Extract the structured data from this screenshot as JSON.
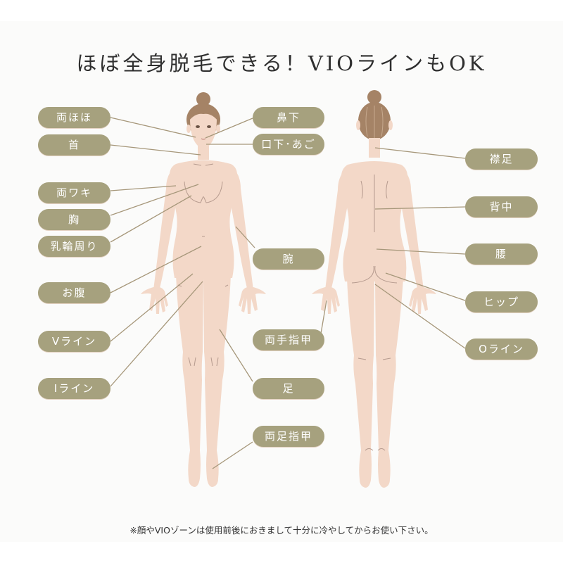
{
  "title": "ほぼ全身脱毛できる！VIOラインもOK",
  "colors": {
    "panel_bg": "#fbfbfa",
    "pill_bg": "#a6a17e",
    "pill_text": "#ffffff",
    "skin": "#f3d8c8",
    "hair": "#a58366",
    "leader_line": "#a6977a",
    "title_text": "#2f2f2f"
  },
  "labels": {
    "front_left": [
      {
        "id": "cheeks",
        "label": "両ほほ"
      },
      {
        "id": "neck",
        "label": "首"
      },
      {
        "id": "underarms",
        "label": "両ワキ"
      },
      {
        "id": "chest",
        "label": "胸"
      },
      {
        "id": "areola",
        "label": "乳輪周り"
      },
      {
        "id": "belly",
        "label": "お腹"
      },
      {
        "id": "v_line",
        "label": "Vライン"
      },
      {
        "id": "i_line",
        "label": "Iライン"
      }
    ],
    "middle": [
      {
        "id": "under_nose",
        "label": "鼻下"
      },
      {
        "id": "mouth_chin",
        "label": "口下･あご"
      },
      {
        "id": "arms",
        "label": "腕"
      },
      {
        "id": "fingers",
        "label": "両手指甲"
      },
      {
        "id": "legs",
        "label": "足"
      },
      {
        "id": "toes",
        "label": "両足指甲"
      }
    ],
    "back_right": [
      {
        "id": "nape",
        "label": "襟足"
      },
      {
        "id": "back",
        "label": "背中"
      },
      {
        "id": "lower_back",
        "label": "腰"
      },
      {
        "id": "hips",
        "label": "ヒップ"
      },
      {
        "id": "o_line",
        "label": "Oライン"
      }
    ]
  },
  "footnote": "※顔やVIOゾーンは使用前後におきまして十分に冷やしてからお使い下さい。"
}
